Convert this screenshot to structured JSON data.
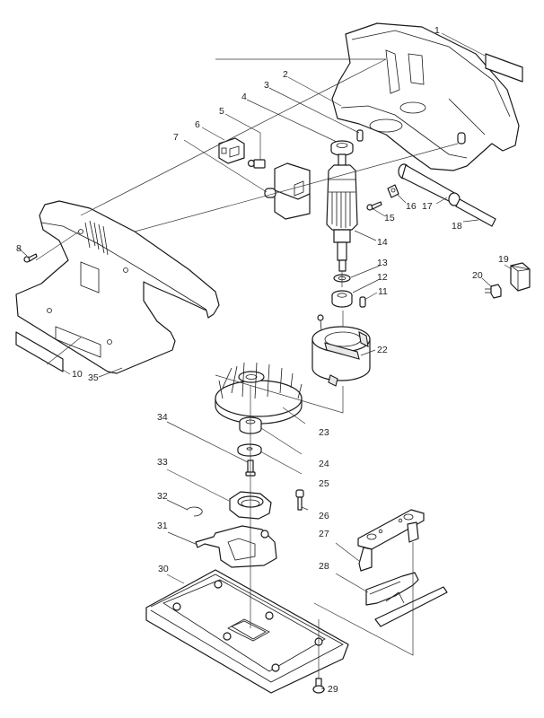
{
  "diagram": {
    "type": "exploded-parts-diagram",
    "subject": "orbital finishing sander",
    "background": "#ffffff",
    "line_color": "#1a1a1a",
    "callouts": [
      {
        "id": "1",
        "part": "label"
      },
      {
        "id": "2",
        "part": "housing-set-right"
      },
      {
        "id": "3",
        "part": "pin"
      },
      {
        "id": "4",
        "part": "ball-bearing-upper"
      },
      {
        "id": "5",
        "part": "carbon-brush"
      },
      {
        "id": "6",
        "part": "brush-holder"
      },
      {
        "id": "7",
        "part": "switch"
      },
      {
        "id": "8",
        "part": "tapping-screw"
      },
      {
        "id": "10",
        "part": "name-plate"
      },
      {
        "id": "11",
        "part": "pin"
      },
      {
        "id": "12",
        "part": "ball-bearing"
      },
      {
        "id": "13",
        "part": "insulation-washer"
      },
      {
        "id": "14",
        "part": "armature"
      },
      {
        "id": "15",
        "part": "screw"
      },
      {
        "id": "16",
        "part": "strain-relief"
      },
      {
        "id": "17",
        "part": "cord-guard"
      },
      {
        "id": "18",
        "part": "cord"
      },
      {
        "id": "19",
        "part": "noise-suppressor"
      },
      {
        "id": "20",
        "part": "capacitor"
      },
      {
        "id": "22",
        "part": "field"
      },
      {
        "id": "23",
        "part": "fan"
      },
      {
        "id": "24",
        "part": "ball-bearing-lower"
      },
      {
        "id": "25",
        "part": "balancer"
      },
      {
        "id": "26",
        "part": "hex-socket-bolt"
      },
      {
        "id": "27",
        "part": "clamp-holder"
      },
      {
        "id": "28",
        "part": "paper-clamp"
      },
      {
        "id": "29",
        "part": "screw"
      },
      {
        "id": "30",
        "part": "pad"
      },
      {
        "id": "31",
        "part": "base-plate"
      },
      {
        "id": "32",
        "part": "retaining-ring"
      },
      {
        "id": "33",
        "part": "bearing-box"
      },
      {
        "id": "34",
        "part": "screw"
      },
      {
        "id": "35",
        "part": "housing-set-left"
      }
    ]
  }
}
